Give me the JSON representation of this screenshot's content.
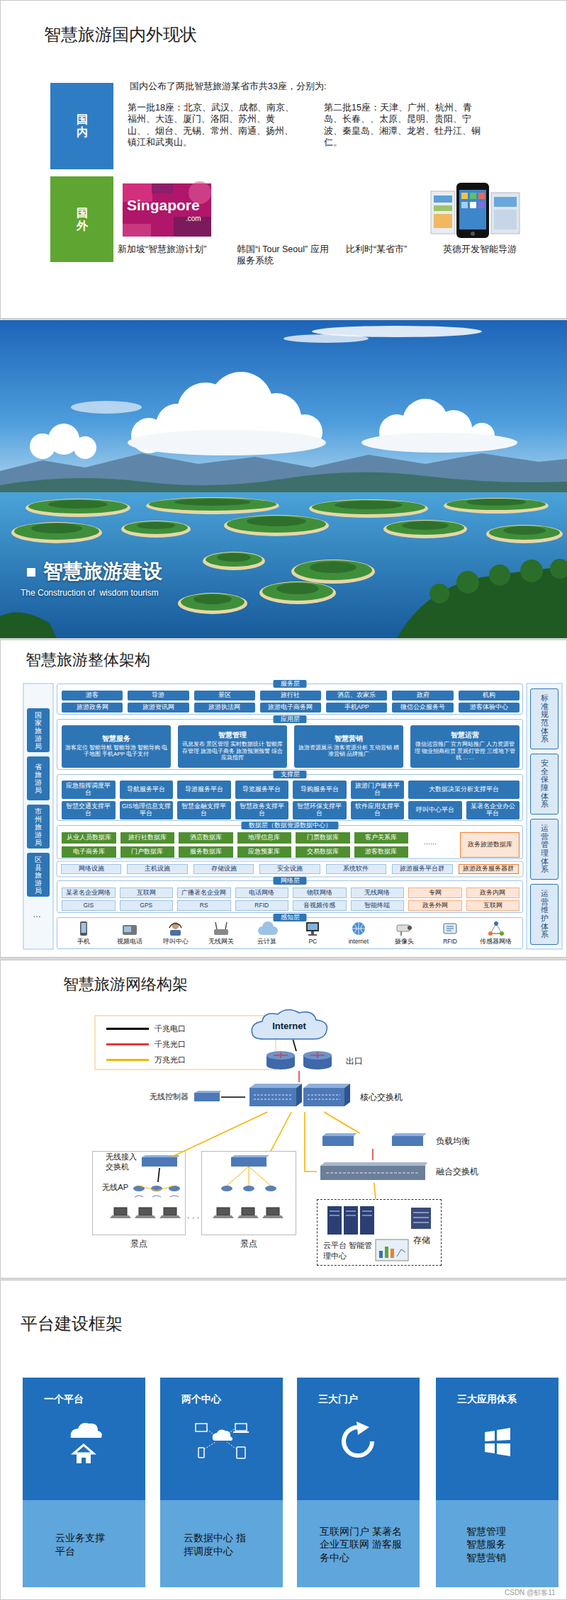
{
  "diagram": {
    "nodes": [
      {
        "text": [
          "国内"
        ]
      },
      {
        "text": [
          "国外"
        ]
      },
      {
        "text": [
          "国家旅游局"
        ]
      },
      {
        "text": [
          "省旅游局"
        ]
      },
      {
        "text": [
          "市州旅游局"
        ]
      },
      {
        "text": [
          "区县旅游局"
        ]
      },
      {
        "text": [
          "标准规范体系"
        ]
      },
      {
        "text": [
          "安全保障体系"
        ]
      },
      {
        "text": [
          "运营管理体系"
        ]
      },
      {
        "text": [
          "运营维护体系"
        ]
      },
      {
        "text": [
          "服务层"
        ]
      },
      {
        "text": [
          "游客"
        ],
        "in": 10
      },
      {
        "text": [
          "导游"
        ],
        "in": 10
      },
      {
        "text": [
          "景区"
        ],
        "in": 10
      },
      {
        "text": [
          "旅行社"
        ],
        "in": 10
      },
      {
        "text": [
          "酒店、农家乐"
        ],
        "in": 10
      },
      {
        "text": [
          "政府"
        ],
        "in": 10
      },
      {
        "text": [
          "机构"
        ],
        "in": 10
      },
      {
        "text": [
          "旅游政务网"
        ],
        "in": 10
      },
      {
        "text": [
          "旅游资讯网"
        ],
        "in": 10
      },
      {
        "text": [
          "旅游执法网"
        ],
        "in": 10
      },
      {
        "text": [
          "旅游电子商务网"
        ],
        "in": 10
      },
      {
        "text": [
          "手机APP"
        ],
        "in": 10
      },
      {
        "text": [
          "微信公众服务号"
        ],
        "in": 10
      },
      {
        "text": [
          "游客体验中心"
        ],
        "in": 10
      },
      {
        "text": [
          "应用层"
        ]
      },
      {
        "text": [
          "智慧服务",
          "游客定位 智能导航 智能导游 智能导购 电子地图 手机APP 电子支付"
        ],
        "in": 25
      },
      {
        "text": [
          "智慧管理",
          "讯息发布 景区管理 实时数据统计 智能库存管理 旅游电子商务 旅游预测预警 综合应急指挥"
        ],
        "in": 25
      },
      {
        "text": [
          "智慧营销",
          "旅游资源展示 游客资源分析 互动营销 精准营销 品牌推广"
        ],
        "in": 25
      },
      {
        "text": [
          "智慧运营",
          "微信运营推广 官方网站推广 人力资源管理 物业招商租赁 景观灯管控 三维地下管线 ……"
        ],
        "in": 25
      },
      {
        "text": [
          "支撑层"
        ]
      },
      {
        "text": [
          "应急指挥调度平台"
        ],
        "in": 30
      },
      {
        "text": [
          "导航服务平台"
        ],
        "in": 30
      },
      {
        "text": [
          "导游服务平台"
        ],
        "in": 30
      },
      {
        "text": [
          "导览服务平台"
        ],
        "in": 30
      },
      {
        "text": [
          "导购服务平台"
        ],
        "in": 30
      },
      {
        "text": [
          "旅游门户服务平台"
        ],
        "in": 30
      },
      {
        "text": [
          "大数据决策分析支撑平台"
        ],
        "in": 30
      },
      {
        "text": [
          "智慧交通支撑平台"
        ],
        "in": 30
      },
      {
        "text": [
          "GIS地理信息支撑平台"
        ],
        "in": 30
      },
      {
        "text": [
          "智慧金融支撑平台"
        ],
        "in": 30
      },
      {
        "text": [
          "智慧政务支撑平台"
        ],
        "in": 30
      },
      {
        "text": [
          "智慧环保支撑平台"
        ],
        "in": 30
      },
      {
        "text": [
          "软件应用支撑平台"
        ],
        "in": 30
      },
      {
        "text": [
          "呼叫中心平台"
        ],
        "in": 30
      },
      {
        "text": [
          "某著名企业办公平台"
        ],
        "in": 30
      },
      {
        "text": [
          "数据层（数据资源数据中心）"
        ]
      },
      {
        "text": [
          "从业人员数据库"
        ],
        "in": 46
      },
      {
        "text": [
          "旅行社数据库"
        ],
        "in": 46
      },
      {
        "text": [
          "酒店数据库"
        ],
        "in": 46
      },
      {
        "text": [
          "地理信息库"
        ],
        "in": 46
      },
      {
        "text": [
          "门票数据库"
        ],
        "in": 46
      },
      {
        "text": [
          "客户关系库"
        ],
        "in": 46
      },
      {
        "text": [
          "电子商务库"
        ],
        "in": 46
      },
      {
        "text": [
          "门户数据库"
        ],
        "in": 46
      },
      {
        "text": [
          "服务数据库"
        ],
        "in": 46
      },
      {
        "text": [
          "应急预案库"
        ],
        "in": 46
      },
      {
        "text": [
          "交易数据库"
        ],
        "in": 46
      },
      {
        "text": [
          "游客数据库"
        ],
        "in": 46
      },
      {
        "text": [
          "政务旅游数据库"
        ],
        "in": 46
      },
      {
        "text": [
          "网络设施"
        ]
      },
      {
        "text": [
          "主机设施"
        ]
      },
      {
        "text": [
          "存储设施"
        ]
      },
      {
        "text": [
          "安全设施"
        ]
      },
      {
        "text": [
          "系统软件"
        ]
      },
      {
        "text": [
          "旅游服务平台群"
        ]
      },
      {
        "text": [
          "旅游政务服务器群"
        ]
      },
      {
        "text": [
          "网络层"
        ]
      },
      {
        "text": [
          "某著名企业网络"
        ],
        "in": 67
      },
      {
        "text": [
          "互联网"
        ],
        "in": 67
      },
      {
        "text": [
          "广播著名企业网"
        ],
        "in": 67
      },
      {
        "text": [
          "电话网络"
        ],
        "in": 67
      },
      {
        "text": [
          "物联网络"
        ],
        "in": 67
      },
      {
        "text": [
          "无线网络"
        ],
        "in": 67
      },
      {
        "text": [
          "专网"
        ],
        "in": 67
      },
      {
        "text": [
          "政务内网"
        ],
        "in": 67
      },
      {
        "text": [
          "GIS"
        ],
        "in": 67
      },
      {
        "text": [
          "GPS"
        ],
        "in": 67
      },
      {
        "text": [
          "RS"
        ],
        "in": 67
      },
      {
        "text": [
          "RFID"
        ],
        "in": 67
      },
      {
        "text": [
          "音视频传感"
        ],
        "in": 67
      },
      {
        "text": [
          "智能终端"
        ],
        "in": 67
      },
      {
        "text": [
          "政务外网"
        ],
        "in": 67
      },
      {
        "text": [
          "互联网"
        ],
        "in": 67
      },
      {
        "text": [
          "感知层"
        ]
      },
      {
        "text": [
          "Internet"
        ]
      },
      {
        "text": [
          "出口"
        ]
      },
      {
        "text": [
          "核心交换机"
        ]
      },
      {
        "text": [
          "无线控制器"
        ]
      },
      {
        "text": [
          "负载均衡"
        ]
      },
      {
        "text": [
          "融合交换机"
        ]
      },
      {
        "text": [
          "景点"
        ]
      },
      {
        "text": [
          "无线接入交换机"
        ],
        "in": 91
      },
      {
        "text": [
          "无线AP"
        ],
        "in": 91
      },
      {
        "text": [
          "景点"
        ]
      },
      {
        "text": [
          "云平台 智能管理中心"
        ]
      },
      {
        "text": [
          "存储"
        ],
        "in": 95
      },
      {
        "text": [
          "一个平台",
          "云业务支撑平台"
        ]
      },
      {
        "text": [
          "两个中心",
          "云数据中心 指挥调度中心"
        ]
      },
      {
        "text": [
          "三大门户",
          "互联网门户 某著名企业互联网 游客服务中心"
        ]
      },
      {
        "text": [
          "三大应用体系",
          "智慧管理 智慧服务 智慧营销"
        ]
      }
    ],
    "edges": [
      {
        "from": 85,
        "to": 86,
        "arrow": "none"
      },
      {
        "from": 86,
        "to": 87,
        "arrow": "none"
      },
      {
        "from": 87,
        "to": 88,
        "arrow": "none"
      },
      {
        "from": 87,
        "to": 92,
        "arrow": "none"
      },
      {
        "from": 87,
        "to": 94,
        "arrow": "none"
      },
      {
        "from": 87,
        "to": 89,
        "arrow": "none"
      },
      {
        "from": 87,
        "to": 90,
        "arrow": "none"
      },
      {
        "from": 89,
        "to": 90,
        "arrow": "none"
      },
      {
        "from": 90,
        "to": 95,
        "arrow": "none"
      },
      {
        "from": 92,
        "to": 93,
        "arrow": "none"
      }
    ],
    "labels": [
      "智慧旅游国内外现状",
      "国内公布了两批智慧旅游某省市共33座，分别为:",
      "第一批18座：北京、武汉、成都、南京、福州、大连、厦门、洛阳、苏州、黄山、、烟台、无锡、常州、南通、扬州、镇江和武夷山。",
      "第二批15座：天津、广州、杭州、青岛、长春、、太原、昆明、贵阳、宁波、秦皇岛、湘潭、龙岩、牡丹江、铜仁。",
      "Singapore",
      ".com",
      "新加坡“智慧旅游计划”",
      "韩国“i Tour Seoul” 应用服务系统",
      "比利时“某省市”",
      "英德开发智能导游",
      "智慧旅游建设",
      "The Construction of  wisdom tourism",
      "智慧旅游整体架构",
      "…",
      "……",
      "手机",
      "视频电话",
      "呼叫中心",
      "无线网关",
      "云计算",
      "PC",
      "internet",
      "摄像头",
      "RFID",
      "传感器网络",
      "智慧旅游网络构架",
      "· · ·",
      "平台建设框架",
      "CSDN @郁客11"
    ],
    "legend": [
      {
        "text": "千兆电口",
        "color": "#000000"
      },
      {
        "text": "千兆光口",
        "color": "#e53935"
      },
      {
        "text": "万兆光口",
        "color": "#f5b400"
      }
    ]
  }
}
